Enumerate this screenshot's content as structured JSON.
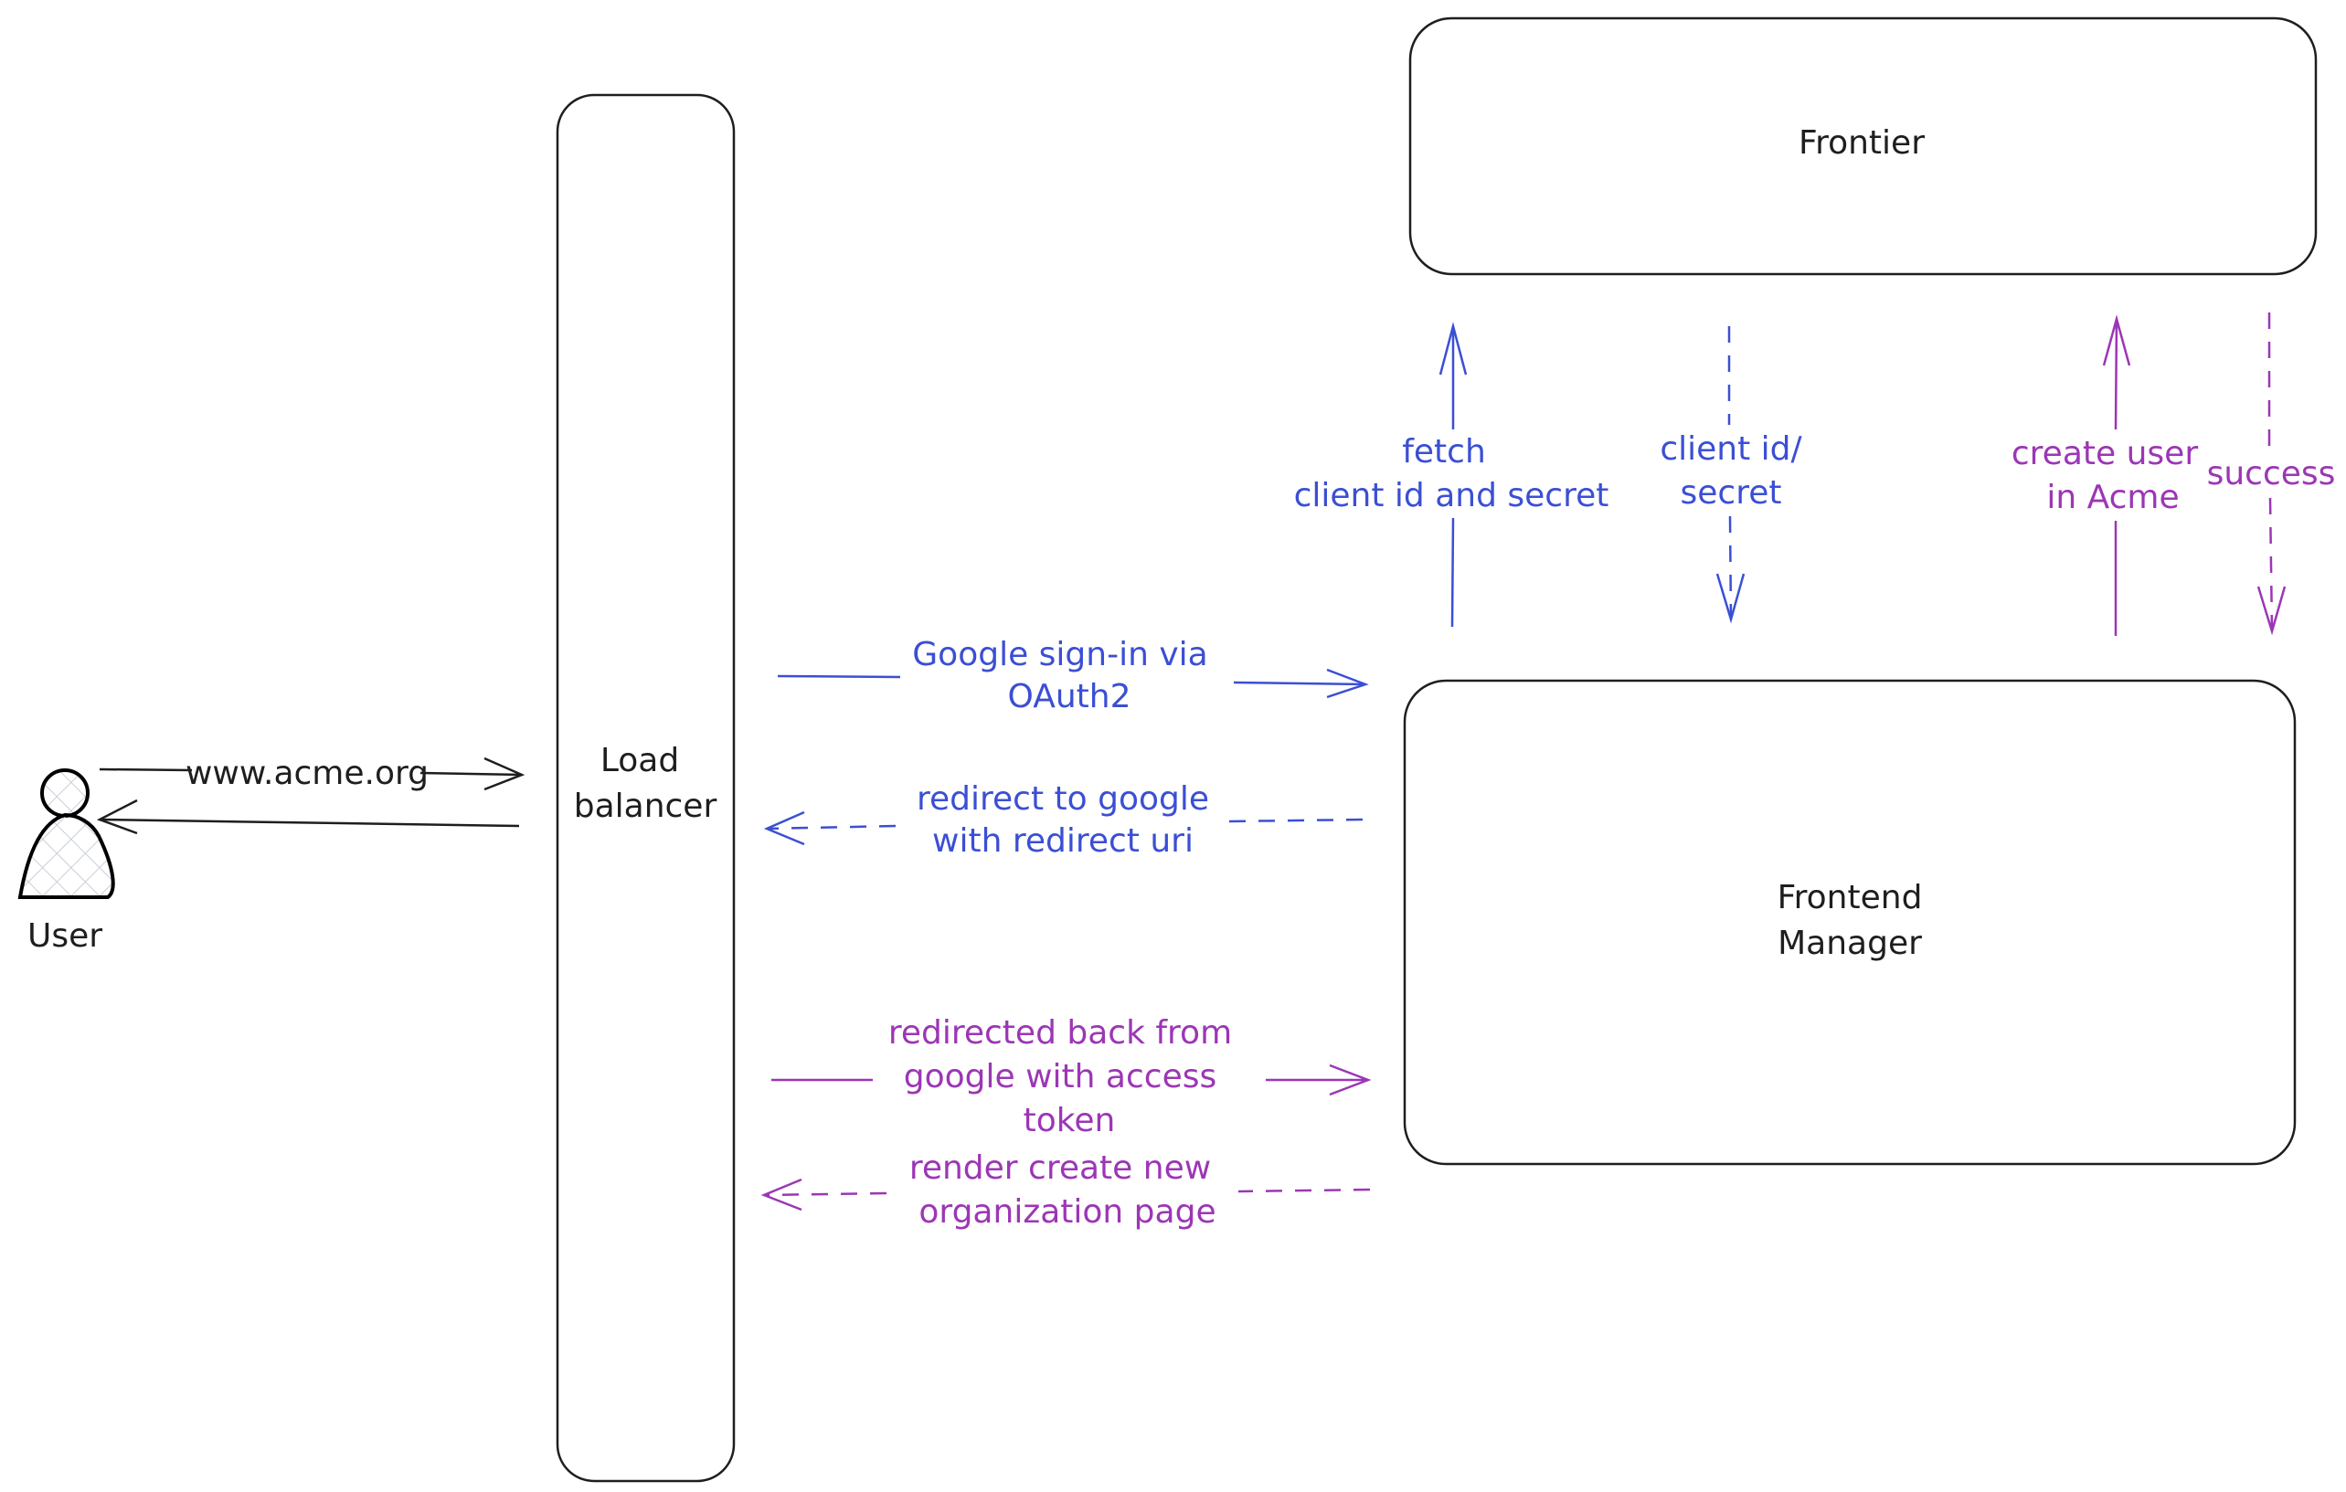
{
  "colors": {
    "ink": "#1e1e1e",
    "blue": "#3b4fd4",
    "purple": "#9c36b5",
    "fill_hatch": "#c9ced8"
  },
  "nodes": {
    "user": "User",
    "load_balancer": [
      "Load",
      "balancer"
    ],
    "frontier": "Frontier",
    "frontend_manager": [
      "Frontend",
      "Manager"
    ]
  },
  "edges": {
    "user_to_lb": "www.acme.org",
    "google_signin": [
      "Google sign-in via",
      "OAuth2"
    ],
    "redirect_google": [
      "redirect to google",
      "with redirect uri"
    ],
    "redirected_back": [
      "redirected back from",
      "google with access",
      "token"
    ],
    "render_create": [
      "render create new",
      "organization page"
    ],
    "fetch_secret": [
      "fetch",
      "client id and secret"
    ],
    "client_secret": [
      "client id/",
      "secret"
    ],
    "create_user": [
      "create user",
      "in Acme"
    ],
    "success": "success"
  }
}
